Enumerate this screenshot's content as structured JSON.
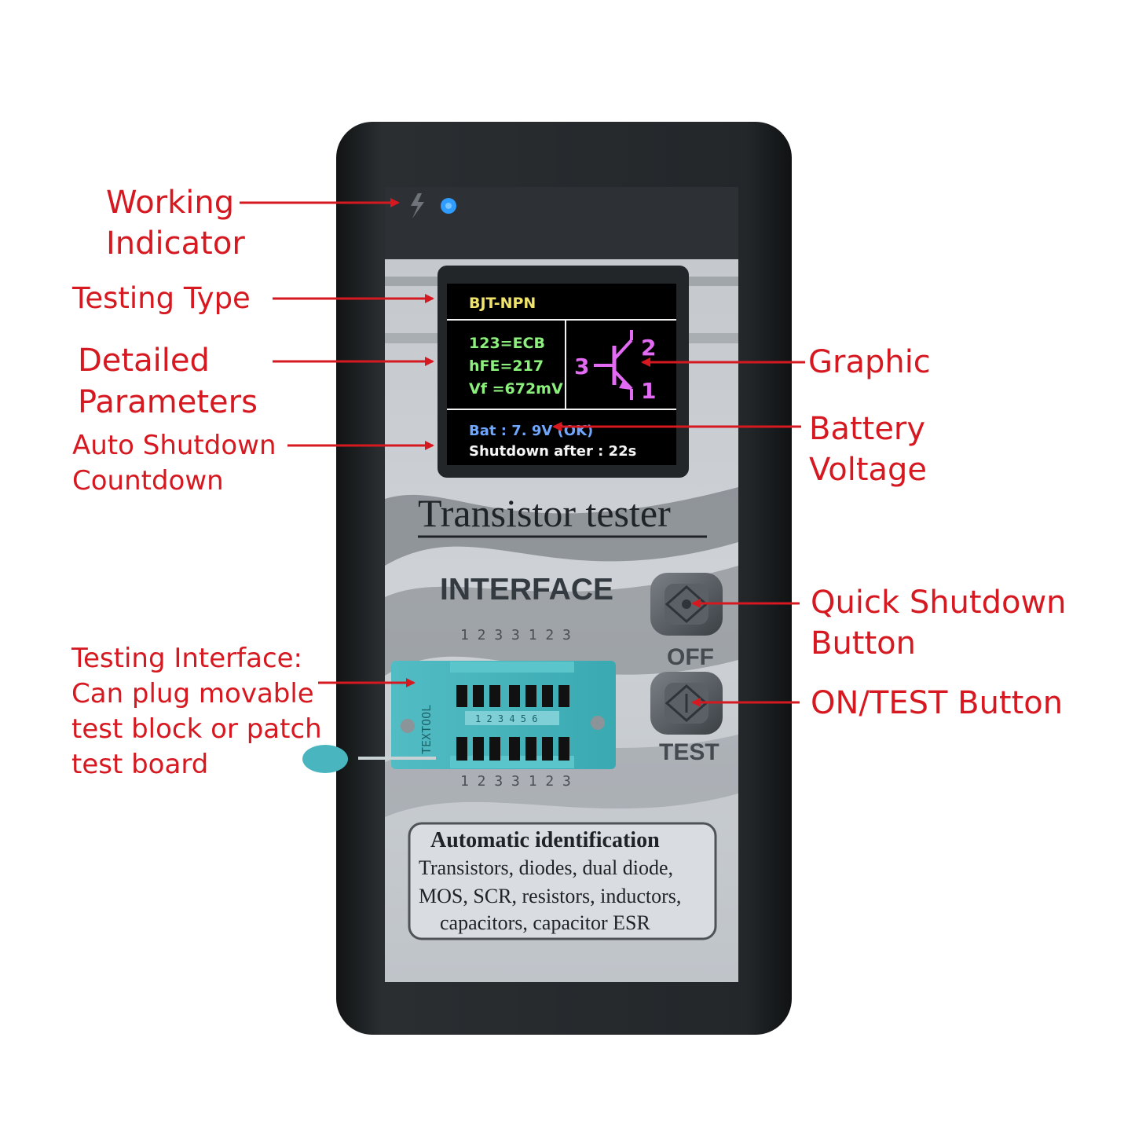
{
  "colors": {
    "callout": "#d61920",
    "device_case": "#1d2022",
    "faceplate": "#c7cbd0",
    "lcd_background": "#000000",
    "type_text": "#f0e36b",
    "param_text": "#8cf07c",
    "graphic": "#e36af2",
    "battery_text": "#6fa7ff",
    "socket": "#4fb9c1",
    "indicator_led": "#2f9cff"
  },
  "callouts": {
    "working_indicator": [
      "Working",
      "Indicator"
    ],
    "testing_type": [
      "Testing Type"
    ],
    "detailed_parameters": [
      "Detailed",
      "Parameters"
    ],
    "auto_shutdown": [
      "Auto Shutdown",
      "Countdown"
    ],
    "testing_interface": [
      "Testing Interface:",
      "Can plug movable",
      "test block or patch",
      "test board"
    ],
    "graphic": [
      "Graphic"
    ],
    "battery_voltage": [
      "Battery",
      "Voltage"
    ],
    "quick_shutdown": [
      "Quick Shutdown",
      "Button"
    ],
    "on_test": [
      "ON/TEST Button"
    ]
  },
  "screen": {
    "type": "BJT-NPN",
    "params": [
      "123=ECB",
      "hFE=217",
      "Vf =672mV"
    ],
    "pins": {
      "left": "3",
      "top": "2",
      "bottom": "1"
    },
    "battery": "Bat : 7. 9V  (",
    "battery_status": "OK)",
    "shutdown": "Shutdown after : 22s"
  },
  "device": {
    "title": "Transistor tester",
    "interface_label": "INTERFACE",
    "pin_numbers_top": "1 2 3 3 1 2 3",
    "pin_numbers_bottom": "1 2 3 3 1 2 3",
    "off_label": "OFF",
    "test_label": "TEST",
    "info_box": [
      "Automatic identification",
      "Transistors, diodes, dual diode,",
      "MOS, SCR, resistors, inductors,",
      "capacitors, capacitor ESR"
    ],
    "socket_label": "TEXTOOL",
    "socket_center_label": "1 2 3 4 5 6"
  }
}
